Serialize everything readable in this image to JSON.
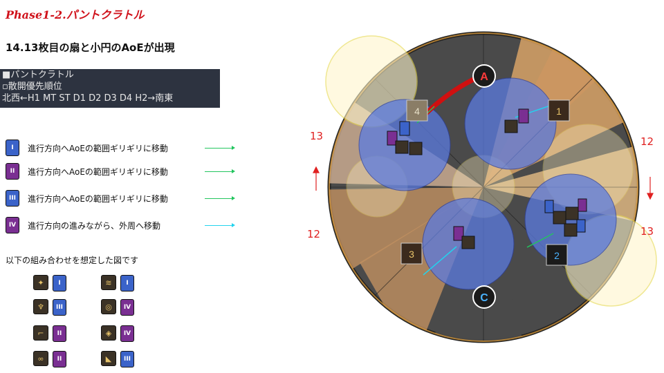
{
  "title": "Phase1-2.パントクラトル",
  "heading": "14.13枚目の扇と小円のAoEが出現",
  "game_box": {
    "line1": "■パントクラトル",
    "line2": "▫散開優先順位",
    "line3": "北西←H1  MT  ST  D1  D2  D3  D4  H2→南東"
  },
  "instructions": [
    {
      "job": "I",
      "color": "#3b63c9",
      "text": "進行方向へAoEの範囲ギリギリに移動",
      "arrow": "#22c55e"
    },
    {
      "job": "II",
      "color": "#7a2f92",
      "text": "進行方向へAoEの範囲ギリギリに移動",
      "arrow": "#22c55e"
    },
    {
      "job": "III",
      "color": "#3b63c9",
      "text": "進行方向へAoEの範囲ギリギリに移動",
      "arrow": "#22c55e"
    },
    {
      "job": "IV",
      "color": "#7a2f92",
      "text": "進行方向の進みながら、外周へ移動",
      "arrow": "#22d3ee"
    }
  ],
  "note": "以下の組み合わせを想定した図です",
  "combos_left": [
    {
      "sym": "✦",
      "job": "I",
      "color": "#3b63c9"
    },
    {
      "sym": "♆",
      "job": "III",
      "color": "#3b63c9"
    },
    {
      "sym": "⌐",
      "job": "II",
      "color": "#7a2f92"
    },
    {
      "sym": "∞",
      "job": "II",
      "color": "#7a2f92"
    }
  ],
  "combos_right": [
    {
      "sym": "≋",
      "job": "I",
      "color": "#3b63c9"
    },
    {
      "sym": "◎",
      "job": "IV",
      "color": "#7a2f92"
    },
    {
      "sym": "◈",
      "job": "IV",
      "color": "#7a2f92"
    },
    {
      "sym": "◣",
      "job": "III",
      "color": "#3b63c9"
    }
  ],
  "arena": {
    "marker_a": "A",
    "marker_c": "C",
    "marker_1": "1",
    "marker_2": "2",
    "marker_3": "3",
    "marker_4": "4",
    "count_left_top": "13",
    "count_left_bottom": "12",
    "count_right_top": "12",
    "count_right_bottom": "13"
  }
}
